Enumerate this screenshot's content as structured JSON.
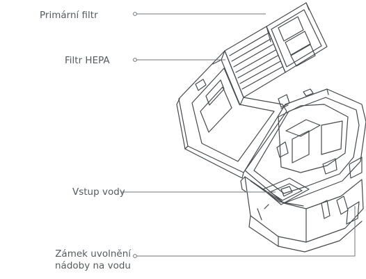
{
  "labels": {
    "primary_filter": "Primární filtr",
    "hepa_filter": "Filtr HEPA",
    "water_inlet": "Vstup vody",
    "tank_release_lock_line1": "Zámek uvolnění",
    "tank_release_lock_line2": "nádoby na vodu"
  },
  "colors": {
    "text": "#555a5f",
    "line": "#6f7378",
    "drawing_stroke": "#45494d"
  }
}
